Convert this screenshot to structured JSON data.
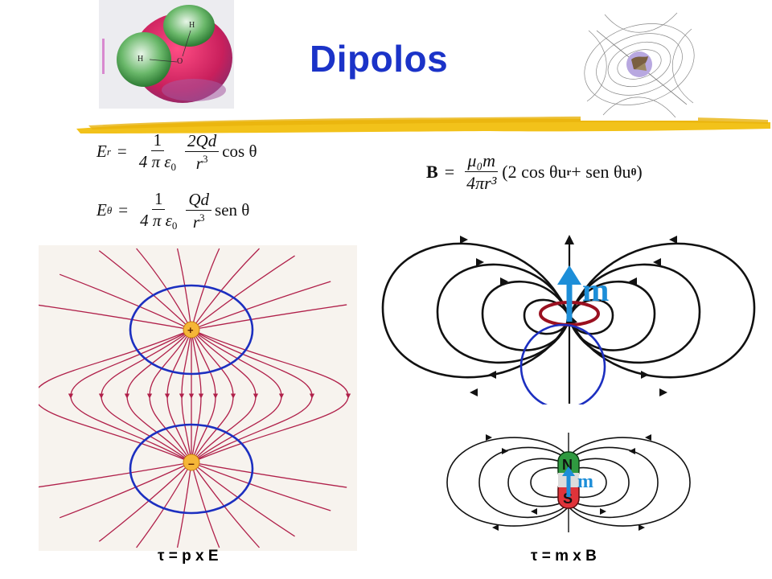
{
  "title": "Dipolos",
  "molecule": {
    "atom_h1": "H",
    "atom_h2": "H",
    "atom_o": "O"
  },
  "electric_formulas": {
    "er_lhs": "E",
    "er_sub": "r",
    "etheta_lhs": "E",
    "etheta_sub": "θ",
    "equals": "=",
    "one": "1",
    "four_pi_eps": "4 π ε",
    "eps_sub": "0",
    "er_num": "2Qd",
    "etheta_num": "Qd",
    "r3": "r",
    "cube": "3",
    "cos": "cos θ",
    "sen": "sen θ"
  },
  "magnetic_formula": {
    "lhs": "B",
    "equals": "=",
    "num": "μ₀m",
    "den": "4πr³",
    "rhs": "(2 cos θu",
    "ur_sub": "r",
    "plus": " + sen θu",
    "utheta_sub": "θ",
    "close": ")"
  },
  "labels": {
    "plus_charge": "+",
    "minus_charge": "–",
    "m_vector_top": "m",
    "m_vector_bottom": "m",
    "north": "N",
    "south": "S"
  },
  "captions": {
    "electric_torque": "τ = p x E",
    "magnetic_torque": "τ = m x B"
  },
  "colors": {
    "title": "#1b33c8",
    "field_lines_electric": "#b0204a",
    "highlight_circle": "#1c2fc0",
    "magnet_arrow": "#1d8ed8",
    "current_loop": "#9a1020",
    "brush_stroke": "#f2c21a"
  }
}
